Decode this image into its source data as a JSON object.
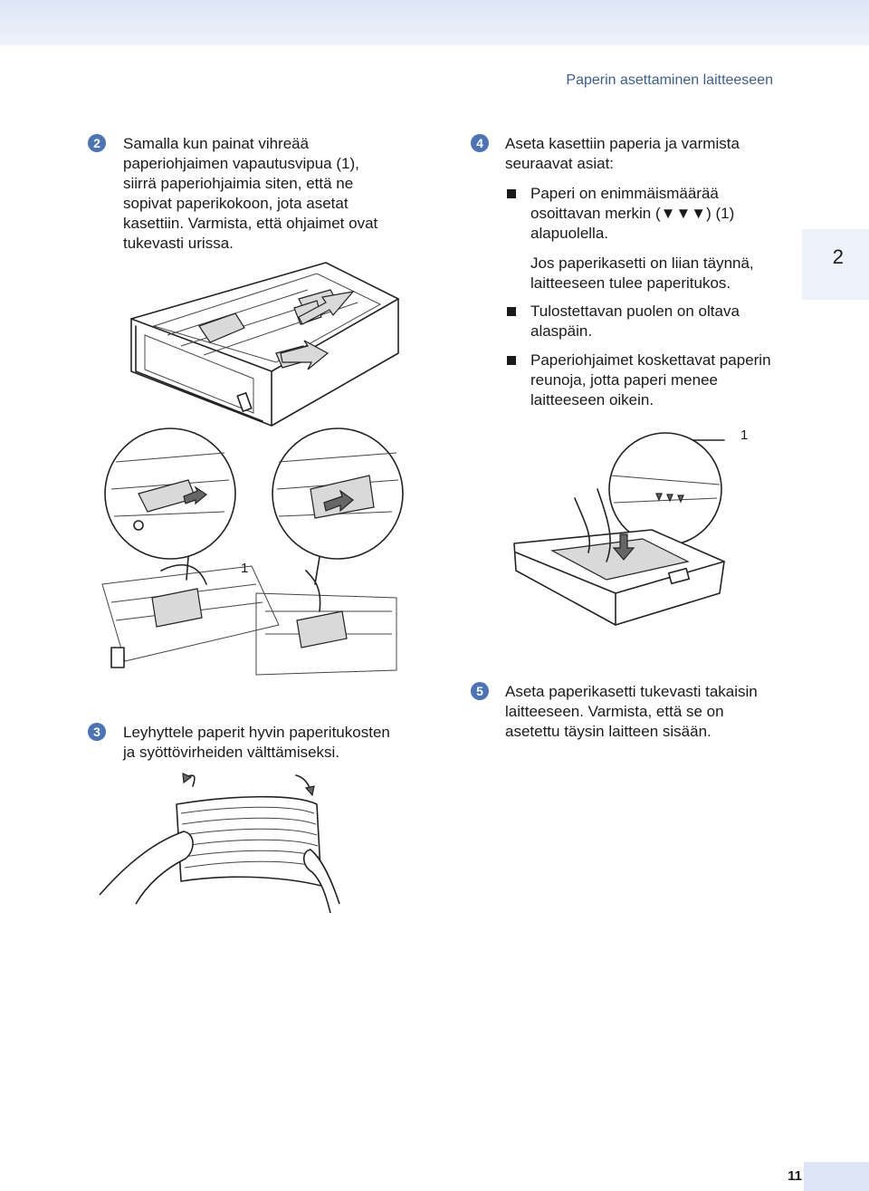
{
  "header": {
    "running_title": "Paperin asettaminen laitteeseen"
  },
  "chapter": {
    "number": "2"
  },
  "steps": {
    "step2": {
      "badge": "2",
      "lines": [
        "Samalla kun painat vihreää",
        "paperiohjaimen vapautusvipua (1),",
        "siirrä paperiohjaimia siten, että ne",
        "sopivat paperikokoon, jota asetat",
        "kasettiin. Varmista, että ohjaimet ovat",
        "tukevasti urissa."
      ]
    },
    "step3": {
      "badge": "3",
      "lines": [
        "Leyhyttele paperit hyvin paperitukosten",
        "ja syöttövirheiden välttämiseksi."
      ]
    },
    "step4": {
      "badge": "4",
      "lines": [
        "Aseta kasettiin paperia ja varmista",
        "seuraavat asiat:"
      ],
      "bullet1": [
        "Paperi on enimmäismäärää",
        "osoittavan merkin (▼▼▼) (1)",
        "alapuolella."
      ],
      "note": [
        "Jos paperikasetti on liian täynnä,",
        "laitteeseen tulee paperitukos."
      ],
      "bullet2": [
        "Tulostettavan puolen on oltava",
        "alaspäin."
      ],
      "bullet3": [
        "Paperiohjaimet koskettavat paperin",
        "reunoja, jotta paperi menee",
        "laitteeseen oikein."
      ]
    },
    "step5": {
      "badge": "5",
      "lines": [
        "Aseta paperikasetti tukevasti takaisin",
        "laitteeseen. Varmista, että se on",
        "asetettu täysin laitteen sisään."
      ]
    }
  },
  "figures": {
    "guide_callout": "1",
    "max_mark_callout": "1"
  },
  "footer": {
    "page_number": "11"
  }
}
